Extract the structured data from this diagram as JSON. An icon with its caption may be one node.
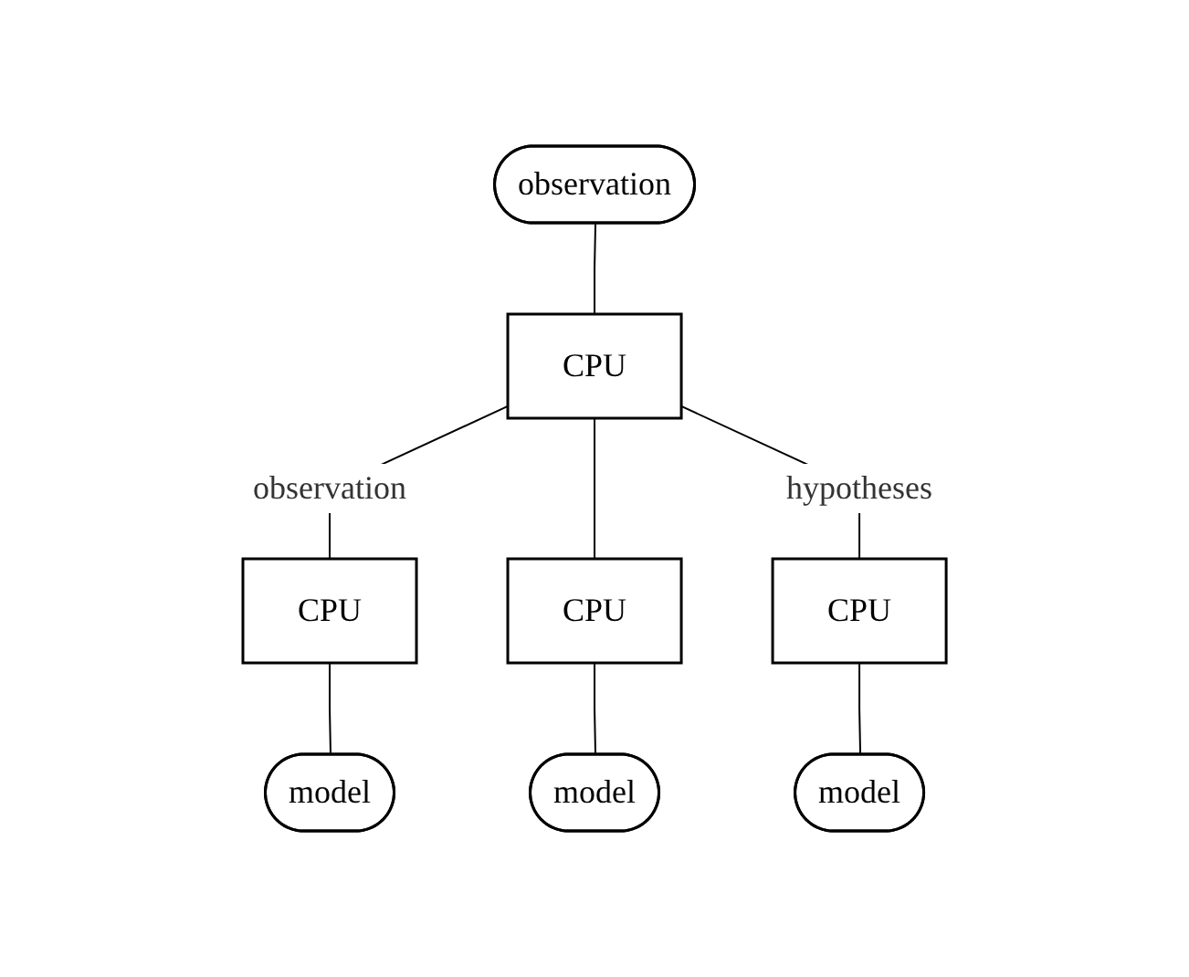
{
  "diagram": {
    "nodes": [
      {
        "text": [
          "observation"
        ]
      },
      {
        "text": [
          "CPU"
        ]
      },
      {
        "text": [
          "CPU"
        ]
      },
      {
        "text": [
          "CPU"
        ]
      },
      {
        "text": [
          "CPU"
        ]
      },
      {
        "text": [
          "model"
        ]
      },
      {
        "text": [
          "model"
        ]
      },
      {
        "text": [
          "model"
        ]
      }
    ],
    "edges": [
      {
        "from": 0,
        "to": 1,
        "arrow": "none"
      },
      {
        "from": 1,
        "to": 2,
        "arrow": "none",
        "label": "observation"
      },
      {
        "from": 1,
        "to": 3,
        "arrow": "none"
      },
      {
        "from": 1,
        "to": 4,
        "arrow": "none",
        "label": "hypotheses"
      },
      {
        "from": 2,
        "to": 5,
        "arrow": "none"
      },
      {
        "from": 3,
        "to": 6,
        "arrow": "none"
      },
      {
        "from": 4,
        "to": 7,
        "arrow": "none"
      }
    ]
  }
}
